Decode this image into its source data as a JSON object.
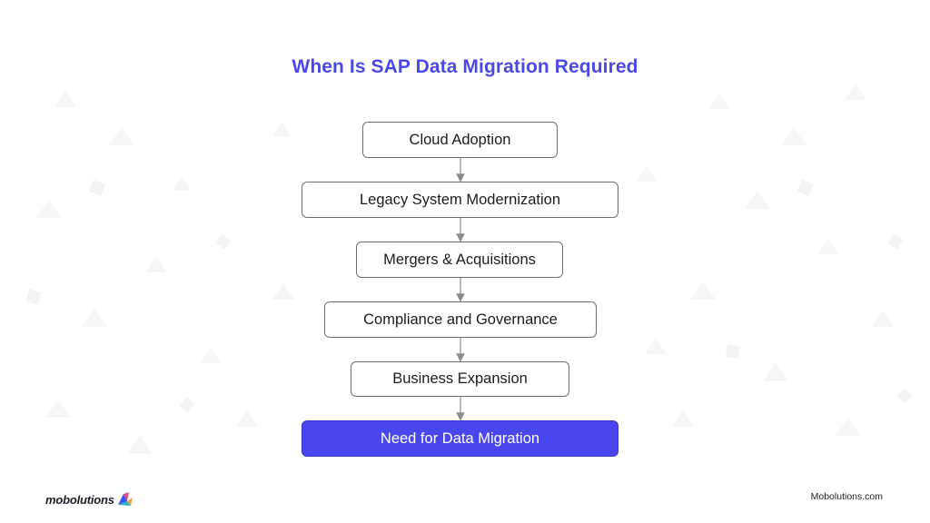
{
  "title": "When Is SAP Data Migration Required",
  "flow": {
    "steps": [
      {
        "label": "Cloud Adoption"
      },
      {
        "label": "Legacy System Modernization"
      },
      {
        "label": "Mergers & Acquisitions"
      },
      {
        "label": "Compliance and Governance"
      },
      {
        "label": "Business Expansion"
      },
      {
        "label": "Need for Data Migration"
      }
    ]
  },
  "footer": {
    "logo_text": "mobolutions",
    "website": "Mobolutions.com"
  },
  "colors": {
    "accent": "#4a49e6",
    "final_box": "#4a46ee",
    "box_border": "#6f6f6f",
    "connector": "#8c8c8c"
  }
}
